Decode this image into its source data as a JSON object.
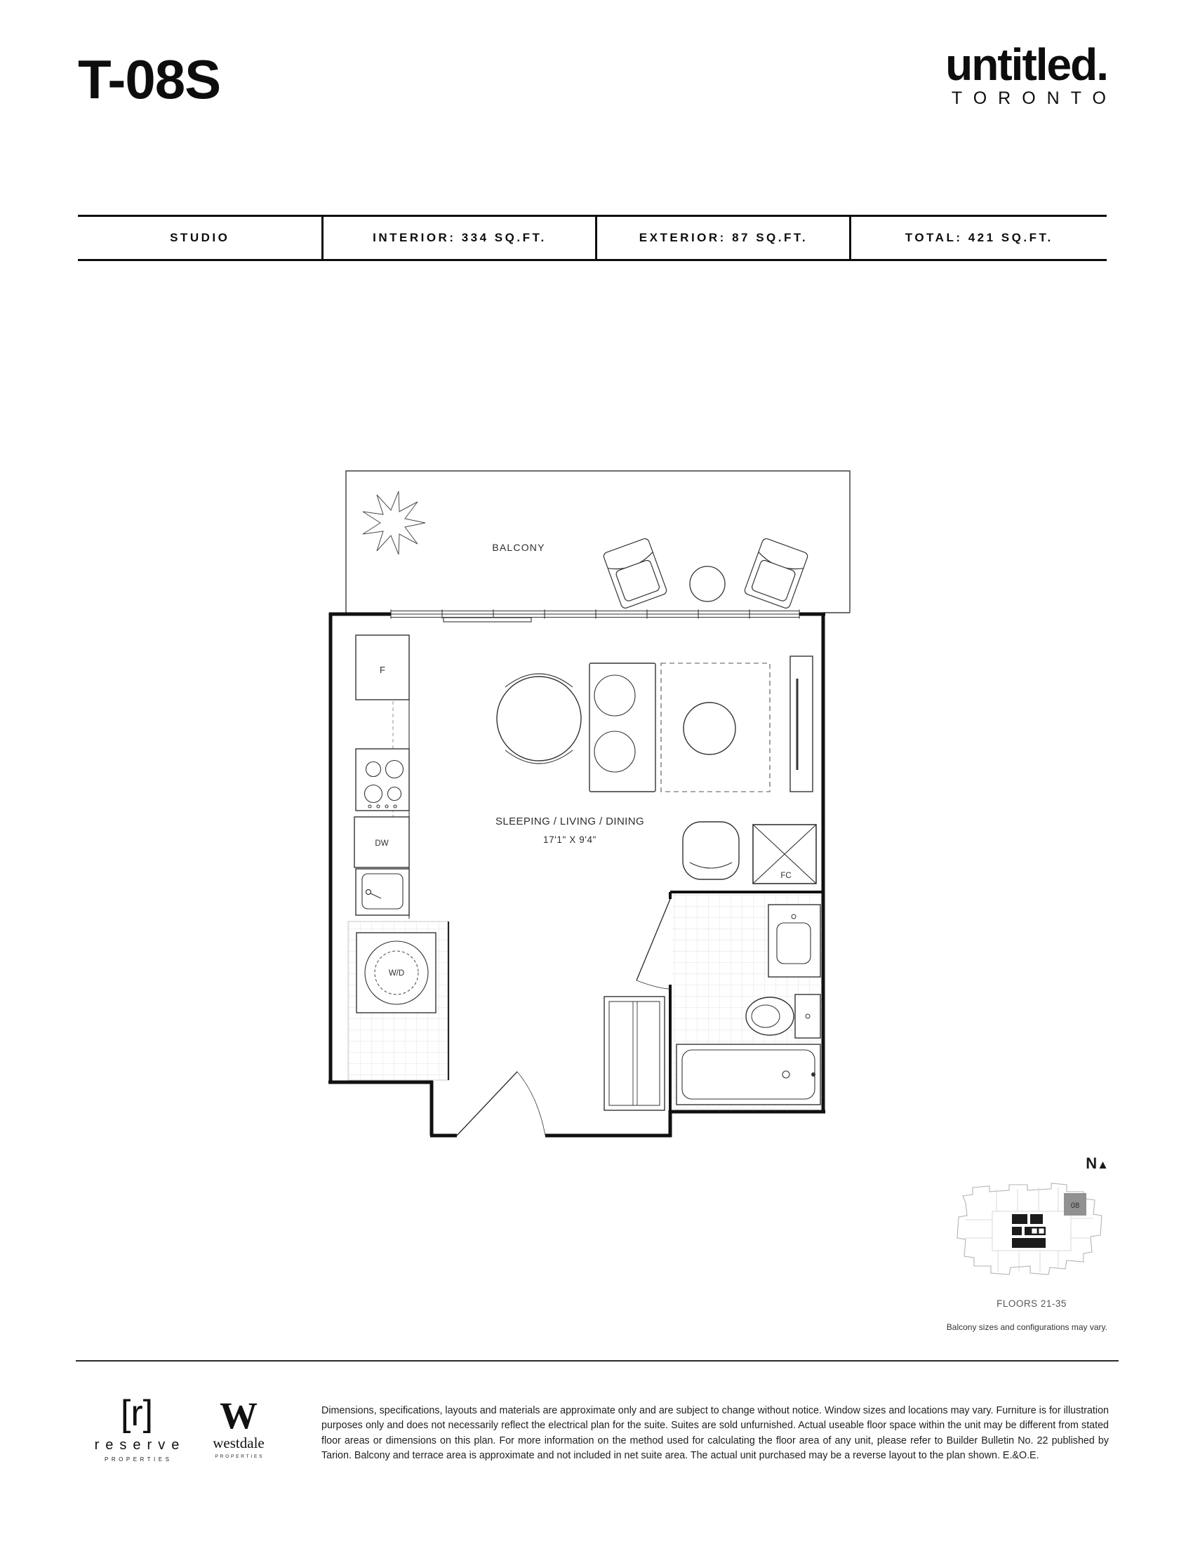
{
  "page_title": "T-08S",
  "brand": {
    "name": "untitled.",
    "city": "TORONTO"
  },
  "spec_bar": {
    "cells": [
      {
        "label": "STUDIO"
      },
      {
        "label": "INTERIOR: 334 SQ.FT."
      },
      {
        "label": "EXTERIOR: 87 SQ.FT."
      },
      {
        "label": "TOTAL: 421 SQ.FT."
      }
    ]
  },
  "floor_plan": {
    "labels": {
      "balcony": "BALCONY",
      "fridge": "F",
      "dishwasher": "DW",
      "washer_dryer": "W/D",
      "fan_coil": "FC",
      "room": "SLEEPING / LIVING / DINING",
      "room_dims": "17'1\" X 9'4\""
    }
  },
  "key_plan": {
    "north_label": "N",
    "north_arrow": "▲",
    "unit_number": "08",
    "floors_label": "FLOORS 21-35",
    "note": "Balcony sizes and configurations may vary."
  },
  "footer": {
    "reserve": {
      "mark": "[r]",
      "name": "reserve",
      "subtitle": "PROPERTIES"
    },
    "westdale": {
      "monogram": "W",
      "name": "westdale",
      "subtitle": "PROPERTIES"
    },
    "disclaimer": "Dimensions, specifications, layouts and materials are approximate only and are subject to change without notice. Window sizes and locations may vary. Furniture is for illustration purposes only and does not necessarily reflect the electrical plan for the suite. Suites are sold unfurnished. Actual useable floor space within the unit may be different from stated floor areas or dimensions on this plan.  For more information on the method used for calculating the floor area of any unit, please refer to Builder Bulletin No. 22 published by Tarion. Balcony and terrace area is approximate and not included in net suite area. The actual unit purchased may be a reverse layout to the plan shown. E.&O.E."
  }
}
